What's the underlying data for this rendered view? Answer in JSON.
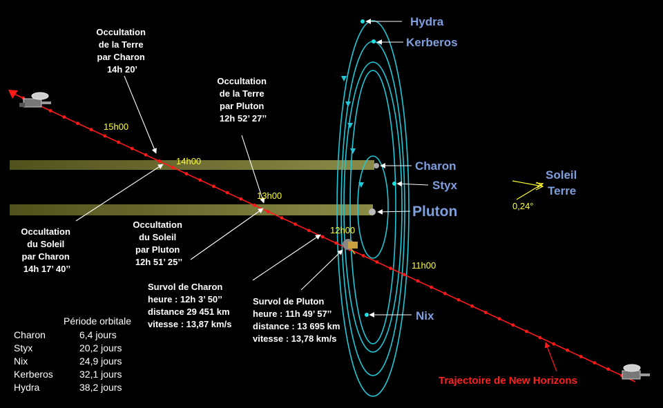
{
  "colors": {
    "background": "#000000",
    "trajectory": "#ff1a1a",
    "orbit": "#22c8d8",
    "shadow": "#8a8a3a",
    "moon_label": "#7f9fdf",
    "time_label": "#ffff33",
    "text": "#ffffff"
  },
  "moons": {
    "hydra": "Hydra",
    "kerberos": "Kerberos",
    "charon": "Charon",
    "styx": "Styx",
    "pluton": "Pluton",
    "nix": "Nix"
  },
  "sun_earth": {
    "soleil": "Soleil",
    "terre": "Terre",
    "angle": "0,24°"
  },
  "times": {
    "t15": "15h00",
    "t14": "14h00",
    "t13": "13h00",
    "t12": "12h00",
    "t11": "11h00"
  },
  "events": {
    "occ_terre_charon": [
      "Occultation",
      "de la Terre",
      "par Charon",
      "14h 20’"
    ],
    "occ_terre_pluton": [
      "Occultation",
      "de la Terre",
      "par Pluton",
      "12h 52’ 27’’"
    ],
    "occ_soleil_charon": [
      "Occultation",
      "du Soleil",
      "par Charon",
      "14h 17’ 40’’"
    ],
    "occ_soleil_pluton": [
      "Occultation",
      "du Soleil",
      "par Pluton",
      "12h 51’ 25’’"
    ],
    "survol_charon": [
      "Survol de Charon",
      "heure : 12h 3’ 50’’",
      "distance 29 451 km",
      "vitesse : 13,87 km/s"
    ],
    "survol_pluton": [
      "Survol de Pluton",
      "heure : 11h 49’ 57’’",
      "distance : 13 695 km",
      "vitesse : 13,78 km/s"
    ]
  },
  "trajectory_label": "Trajectoire de New Horizons",
  "periods": {
    "header": "Période orbitale",
    "rows": [
      {
        "name": "Charon",
        "value": "6,4 jours"
      },
      {
        "name": "Styx",
        "value": "20,2 jours"
      },
      {
        "name": "Nix",
        "value": "24,9 jours"
      },
      {
        "name": "Kerberos",
        "value": "32,1 jours"
      },
      {
        "name": "Hydra",
        "value": "38,2 jours"
      }
    ]
  }
}
